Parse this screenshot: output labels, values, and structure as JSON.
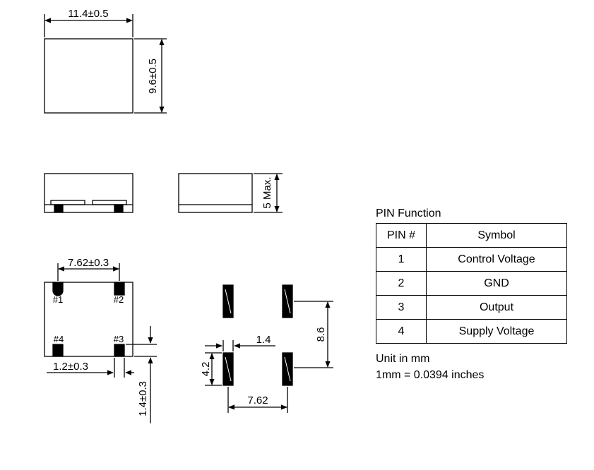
{
  "top_view": {
    "width_dim": "11.4±0.5",
    "height_dim": "9.6±0.5"
  },
  "side_view": {
    "height_dim": "5 Max."
  },
  "bottom_view": {
    "pin_spacing_dim": "7.62±0.3",
    "pad_width_dim": "1.2±0.3",
    "pad_height_dim": "1.4±0.3",
    "pins": [
      "#1",
      "#2",
      "#3",
      "#4"
    ]
  },
  "land_pattern": {
    "pad_width": "1.4",
    "pad_height": "4.2",
    "vertical_pitch": "8.6",
    "horizontal_pitch": "7.62"
  },
  "pin_table": {
    "title": "PIN Function",
    "headers": [
      "PIN #",
      "Symbol"
    ],
    "rows": [
      {
        "pin": "1",
        "symbol": "Control Voltage"
      },
      {
        "pin": "2",
        "symbol": "GND"
      },
      {
        "pin": "3",
        "symbol": "Output"
      },
      {
        "pin": "4",
        "symbol": "Supply Voltage"
      }
    ]
  },
  "notes": {
    "unit": "Unit in mm",
    "conversion": "1mm = 0.0394 inches"
  }
}
